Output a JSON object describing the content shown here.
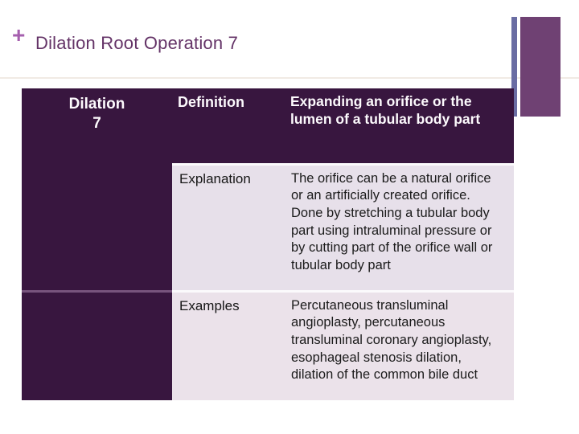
{
  "slide": {
    "plus_marker": "+",
    "title": "Dilation Root Operation 7"
  },
  "decorations": {
    "accent_bar_color": "#6a6da3",
    "accent_block_color": "#6f4173",
    "title_divider_color": "#f1ebe4"
  },
  "colors": {
    "table_dark_purple": "#38163f",
    "table_light_row": "#e7e0ea",
    "table_light_row_alt": "#ebe2ea",
    "title_text": "#643367",
    "plus_marker": "#a55fae",
    "header_text": "#fdfafd",
    "body_text": "#1b1b1b"
  },
  "table": {
    "header": {
      "row_label": "Dilation\n7",
      "col_label": "Definition",
      "content": "Expanding an orifice or the lumen of a tubular body part"
    },
    "rows": [
      {
        "label": "Explanation",
        "content": "The orifice can be a natural orifice or an artificially created orifice.  Done by stretching a tubular body part using intraluminal pressure or by cutting part of the orifice wall or tubular body part"
      },
      {
        "label": "Examples",
        "content": "Percutaneous transluminal angioplasty, percutaneous transluminal coronary angioplasty, esophageal stenosis dilation, dilation of the common bile duct"
      }
    ]
  }
}
